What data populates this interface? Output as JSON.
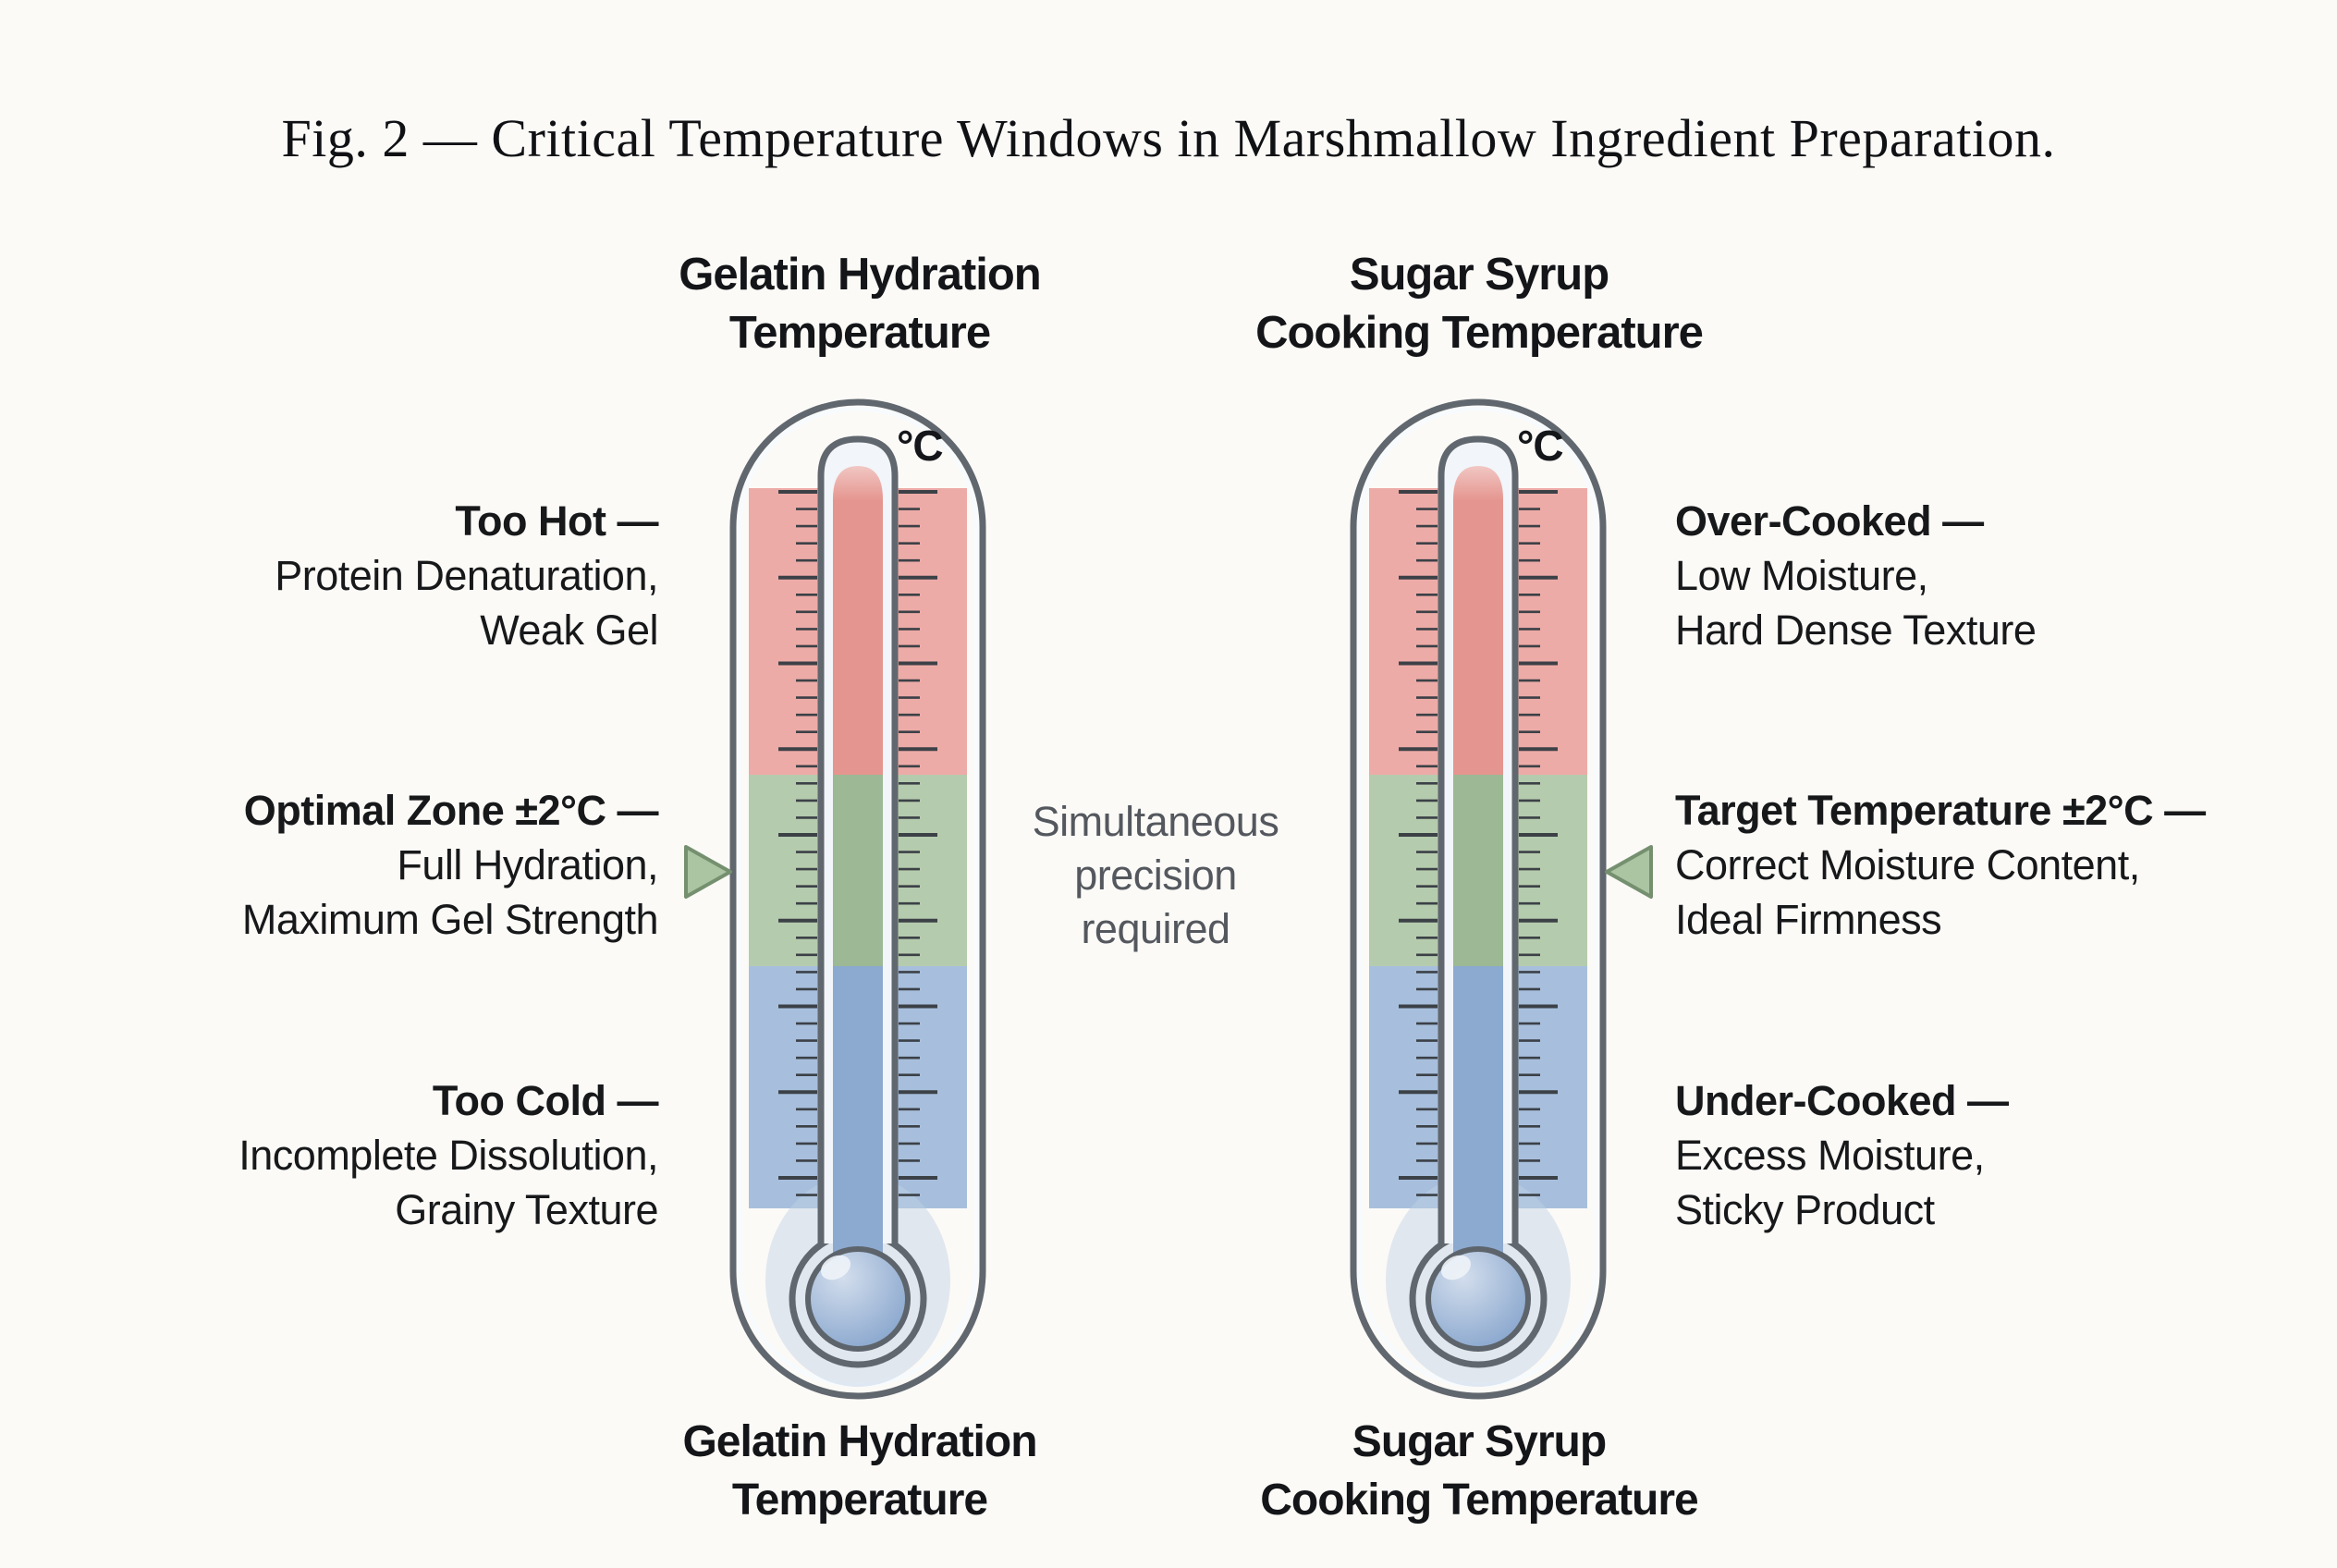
{
  "figure": {
    "title": "Fig. 2 — Critical Temperature Windows in Marshmallow Ingredient Preparation."
  },
  "center_note": {
    "lines": [
      "Simultaneous",
      "precision",
      "required"
    ]
  },
  "colors": {
    "background": "#fbfaf7",
    "text": "#17181a",
    "note_text": "#54585e",
    "capsule_border": "#61676e",
    "capsule_fill": "#e9eef4",
    "zone_hot": "#edaba7",
    "zone_optimal": "#b5cbad",
    "zone_cold": "#a7bfdc",
    "liquid_cap": "#f1c7c3",
    "liquid_hot": "#e5958f",
    "liquid_optimal": "#9cb894",
    "liquid_cold": "#8ca9cf",
    "bulb_fill": "#8fabd0",
    "bulb_fill_light": "#d3deed",
    "tick": "#3c4147",
    "arrow_fill": "#abc5a3",
    "arrow_stroke": "#75906f"
  },
  "thermometers": [
    {
      "id": "gelatin-hydration",
      "unit": "°C",
      "header": [
        "Gelatin Hydration",
        "Temperature"
      ],
      "footer": [
        "Gelatin Hydration",
        "Temperature"
      ],
      "zones": [
        {
          "key": "too-hot",
          "title": "Too Hot —",
          "desc": [
            "Protein Denaturation,",
            "Weak Gel"
          ]
        },
        {
          "key": "optimal",
          "title": "Optimal Zone ±2°C —",
          "desc": [
            "Full Hydration,",
            "Maximum Gel Strength"
          ]
        },
        {
          "key": "too-cold",
          "title": "Too Cold —",
          "desc": [
            "Incomplete Dissolution,",
            "Grainy Texture"
          ]
        }
      ]
    },
    {
      "id": "sugar-syrup",
      "unit": "°C",
      "header": [
        "Sugar Syrup",
        "Cooking Temperature"
      ],
      "footer": [
        "Sugar Syrup",
        "Cooking Temperature"
      ],
      "zones": [
        {
          "key": "over-cooked",
          "title": "Over-Cooked —",
          "desc": [
            "Low Moisture,",
            "Hard Dense Texture"
          ]
        },
        {
          "key": "target",
          "title": "Target Temperature ±2°C —",
          "desc": [
            "Correct Moisture Content,",
            "Ideal Firmness"
          ]
        },
        {
          "key": "under-cooked",
          "title": "Under-Cooked —",
          "desc": [
            "Excess Moisture,",
            "Sticky Product"
          ]
        }
      ]
    }
  ]
}
